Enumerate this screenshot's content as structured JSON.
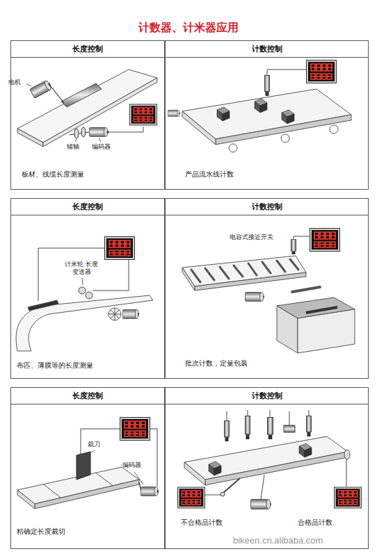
{
  "diagram": {
    "title": "计数器、计米器应用",
    "nodes": [
      {
        "text": [
          "板材、线缆长度测量"
        ]
      },
      {
        "text": [
          "长度控制"
        ],
        "in": 0
      },
      {
        "text": [
          "产品流水线计数"
        ]
      },
      {
        "text": [
          "计数控制"
        ],
        "in": 2
      },
      {
        "text": [
          "布匹、薄膜等的长度测量"
        ]
      },
      {
        "text": [
          "长度控制"
        ],
        "in": 4
      },
      {
        "text": [
          "批次计数，定量包装"
        ]
      },
      {
        "text": [
          "计数控制"
        ],
        "in": 6
      },
      {
        "text": [
          "精确定长度裁切"
        ]
      },
      {
        "text": [
          "长度控制"
        ],
        "in": 8
      },
      {
        "text": [
          "不合格品计数",
          "合格品计数"
        ]
      },
      {
        "text": [
          "计数控制"
        ],
        "in": 10
      }
    ],
    "labels": [
      "电机",
      "辅轴",
      "编码器",
      "计米轮 长度变送器",
      "电容式接近开关",
      "裁刀",
      "编码器",
      "bikeen.cn.alibaba.com"
    ]
  }
}
